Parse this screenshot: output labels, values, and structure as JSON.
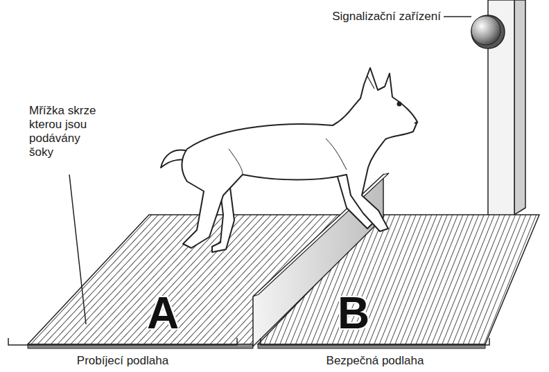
{
  "diagram": {
    "labels": [
      "Signalizační zařízení",
      "Mřížka skrze kterou jsou podávány šoky",
      "A",
      "B",
      "Probíjecí podlaha",
      "Bezpečná podlaha"
    ]
  }
}
